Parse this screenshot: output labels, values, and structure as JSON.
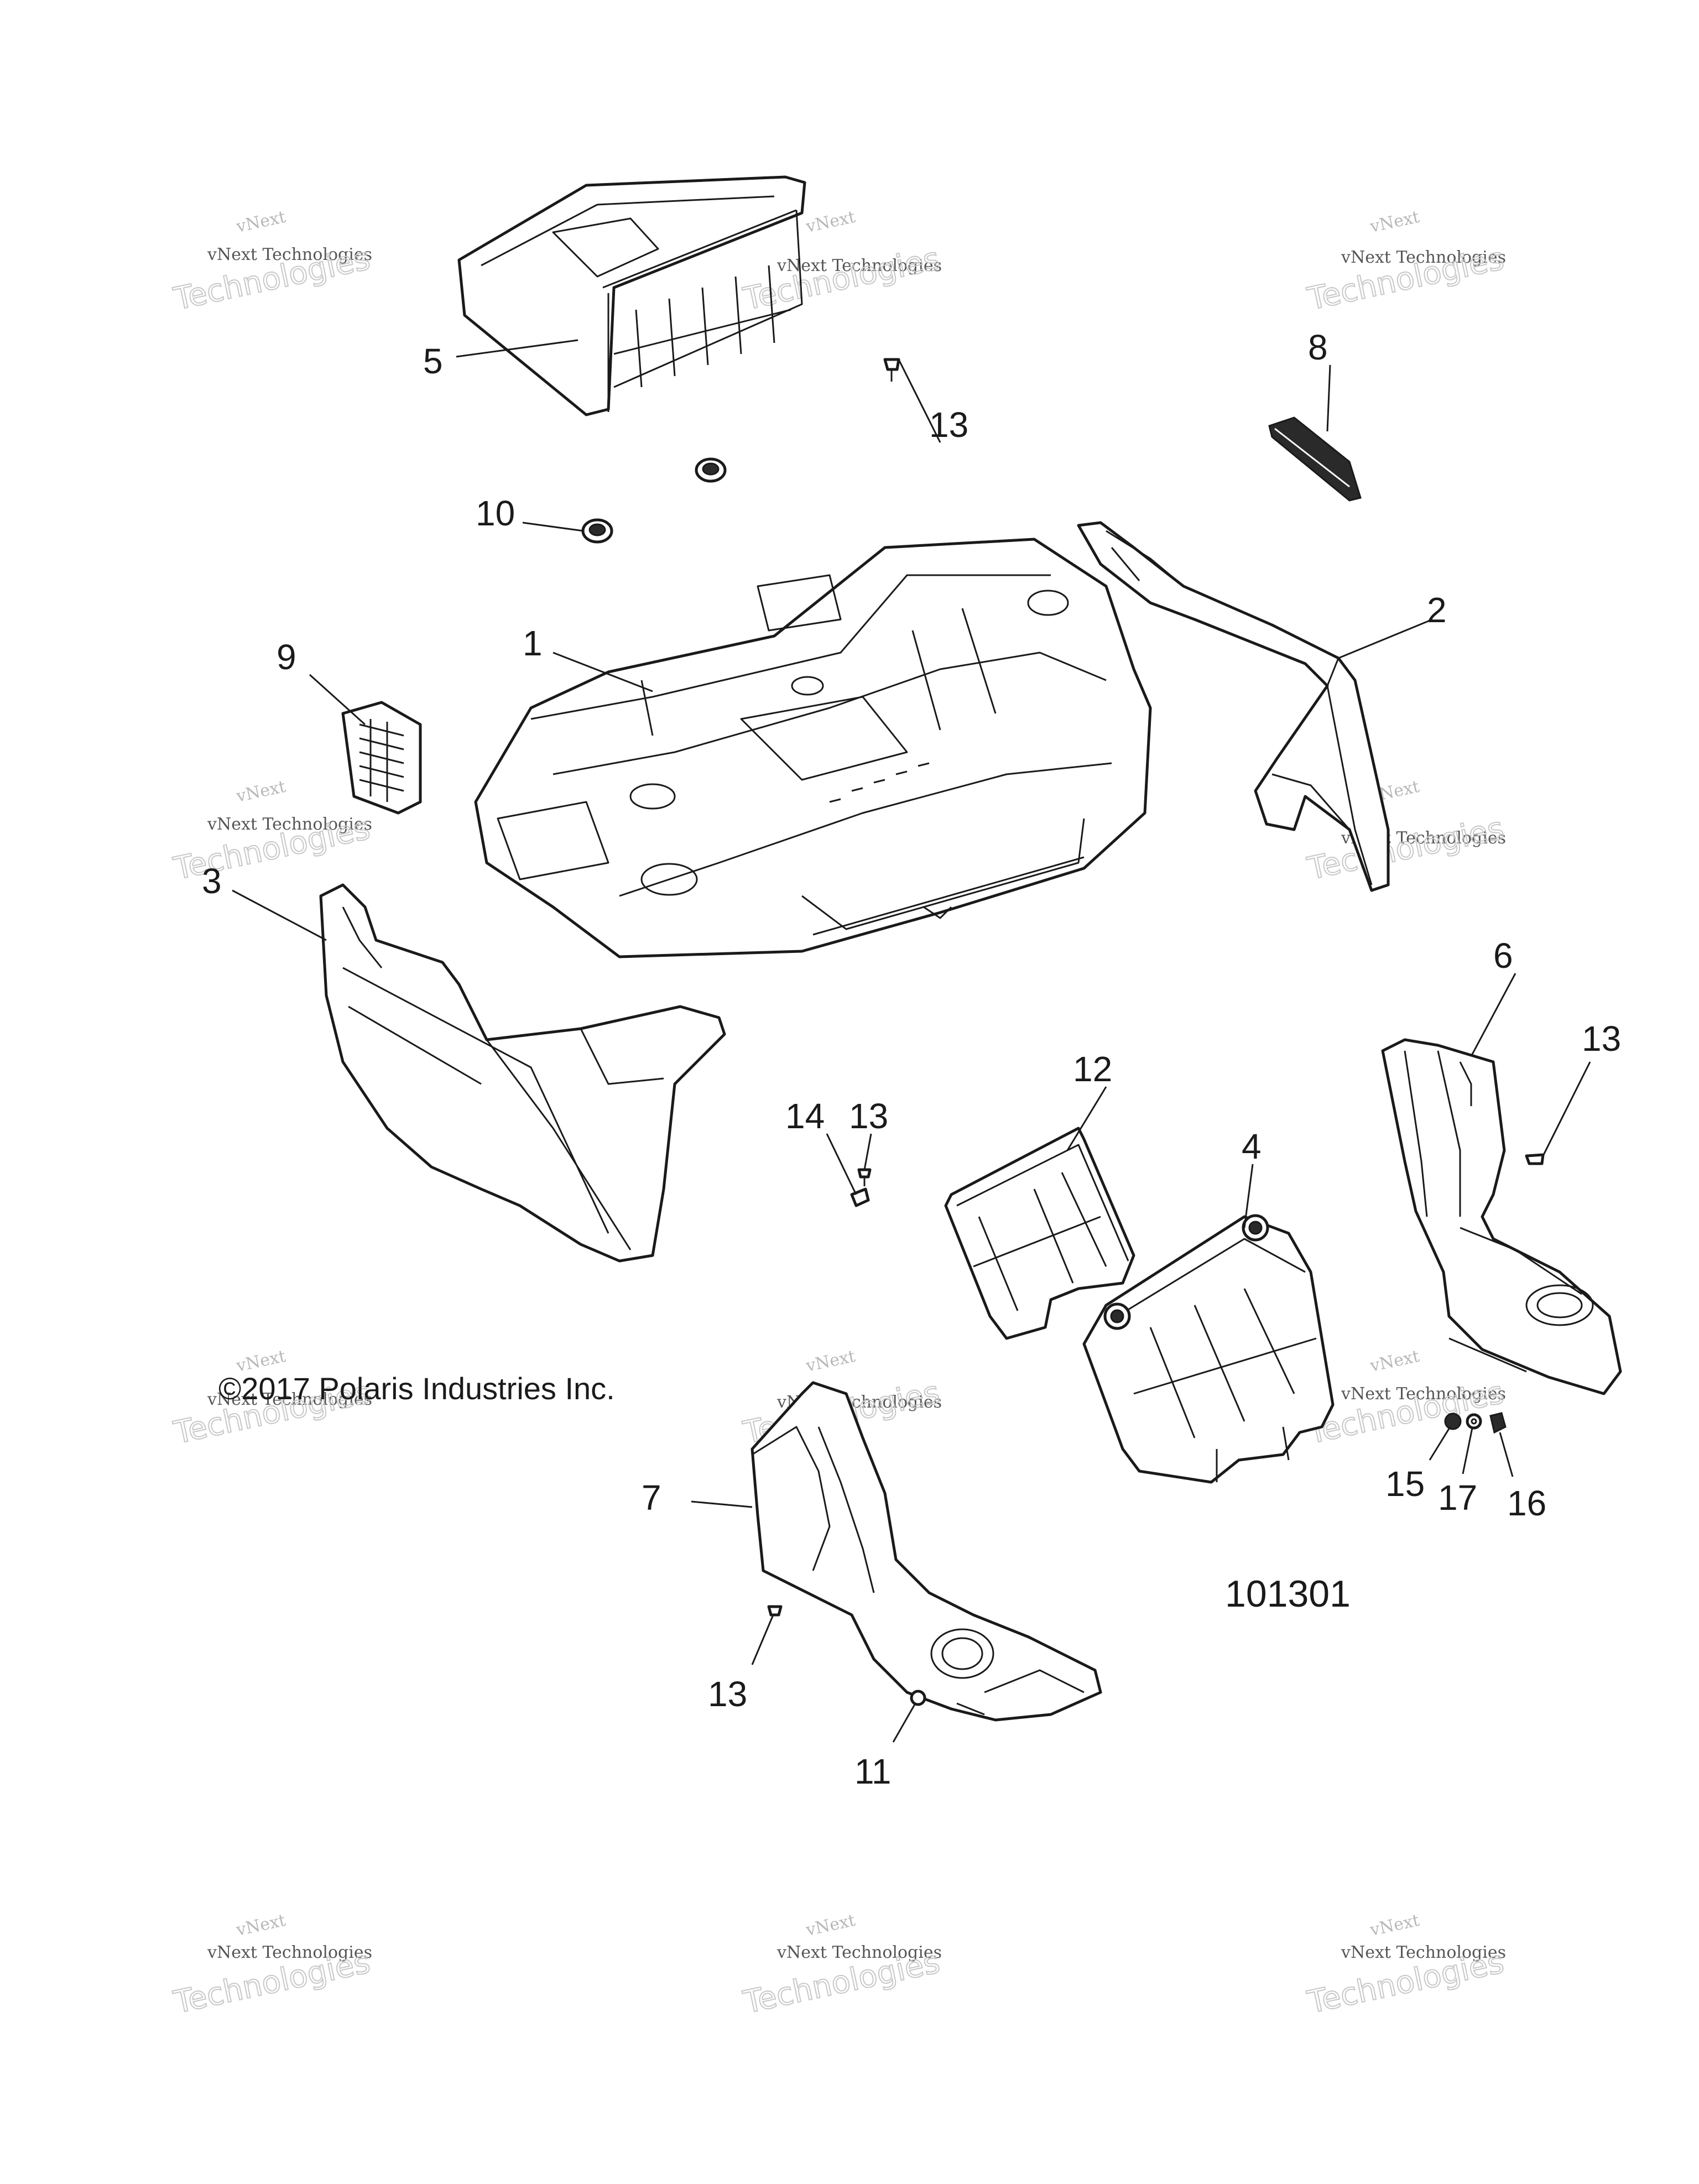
{
  "copyright": "©2017 Polaris Industries Inc.",
  "figure_number": "101301",
  "watermark": {
    "line1": "vNext",
    "line2": "vNext Technologies",
    "line3": "Technologies"
  },
  "callouts": {
    "c1": "1",
    "c2": "2",
    "c3": "3",
    "c4": "4",
    "c5": "5",
    "c6": "6",
    "c7": "7",
    "c8": "8",
    "c9": "9",
    "c10": "10",
    "c11": "11",
    "c12": "12",
    "c13a": "13",
    "c13b": "13",
    "c13c": "13",
    "c13d": "13",
    "c14": "14",
    "c15": "15",
    "c16": "16",
    "c17": "17"
  }
}
